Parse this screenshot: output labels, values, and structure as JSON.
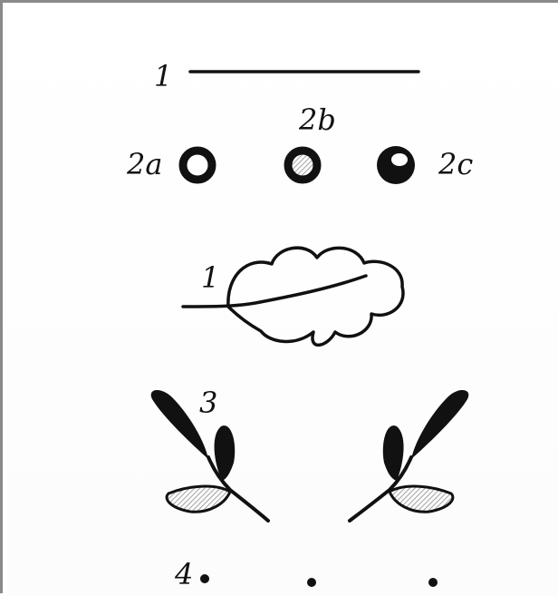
{
  "colors": {
    "ink": "#111111",
    "hatch": "#8c8c8c",
    "frame": "#8a8a8a",
    "background": "#ffffff"
  },
  "labels": {
    "line_label": "1",
    "circle_2a": "2a",
    "circle_2b": "2b",
    "circle_2c": "2c",
    "leaf_label": "1",
    "branch_label": "3",
    "dots_label": "4"
  },
  "icons": {
    "circle_2a": "open-circle-icon",
    "circle_2b": "hatched-circle-icon",
    "circle_2c": "partially-filled-circle-icon",
    "oak_leaf": "oak-leaf-icon",
    "branch_left": "leaf-branch-icon",
    "branch_right": "leaf-branch-icon",
    "dot": "dot-icon"
  }
}
